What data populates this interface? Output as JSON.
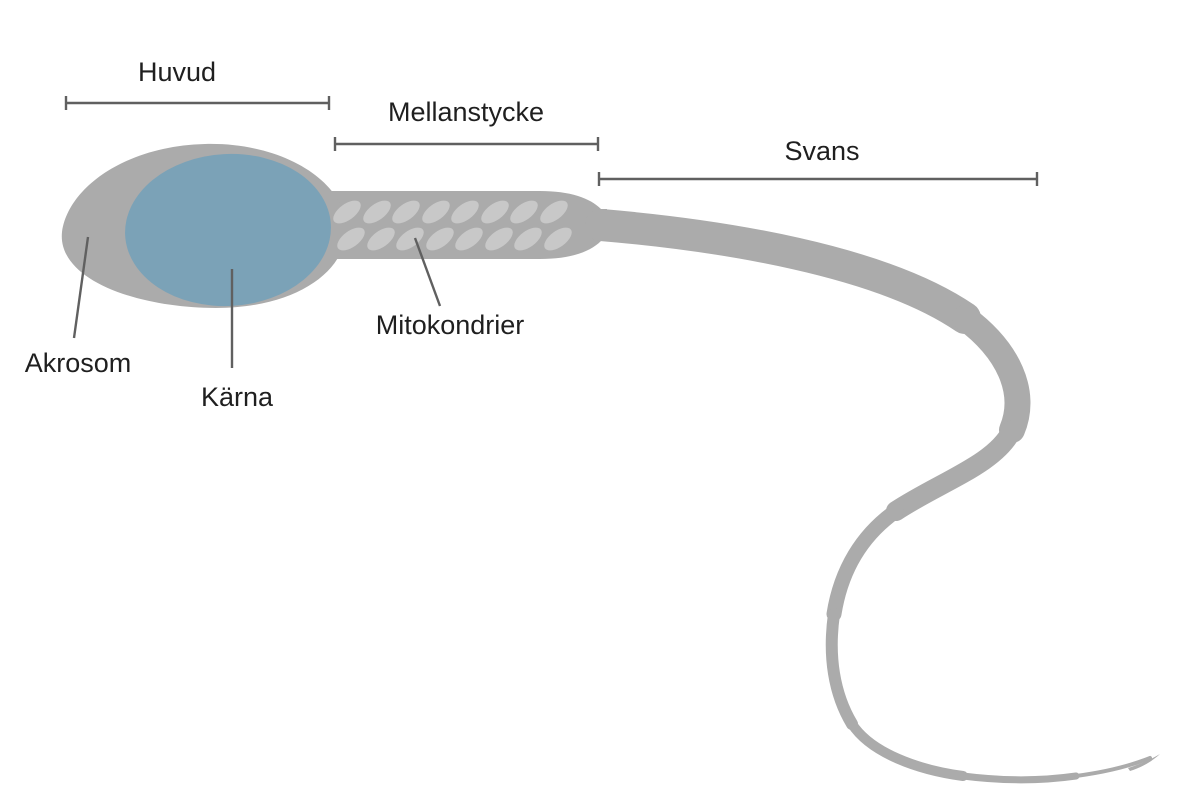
{
  "colors": {
    "background": "#ffffff",
    "body_gray": "#ababab",
    "mitochondria_gray": "#c8c8c8",
    "nucleus_blue": "#7ba2b7",
    "line_gray": "#606060",
    "text_color": "#1f1f1f"
  },
  "brackets": [
    {
      "id": "huvud",
      "label": "Huvud"
    },
    {
      "id": "mellanstycke",
      "label": "Mellanstycke"
    },
    {
      "id": "svans",
      "label": "Svans"
    }
  ],
  "callouts": [
    {
      "id": "akrosom",
      "label": "Akrosom"
    },
    {
      "id": "karna",
      "label": "Kärna"
    },
    {
      "id": "mitokondrier",
      "label": "Mitokondrier"
    }
  ]
}
